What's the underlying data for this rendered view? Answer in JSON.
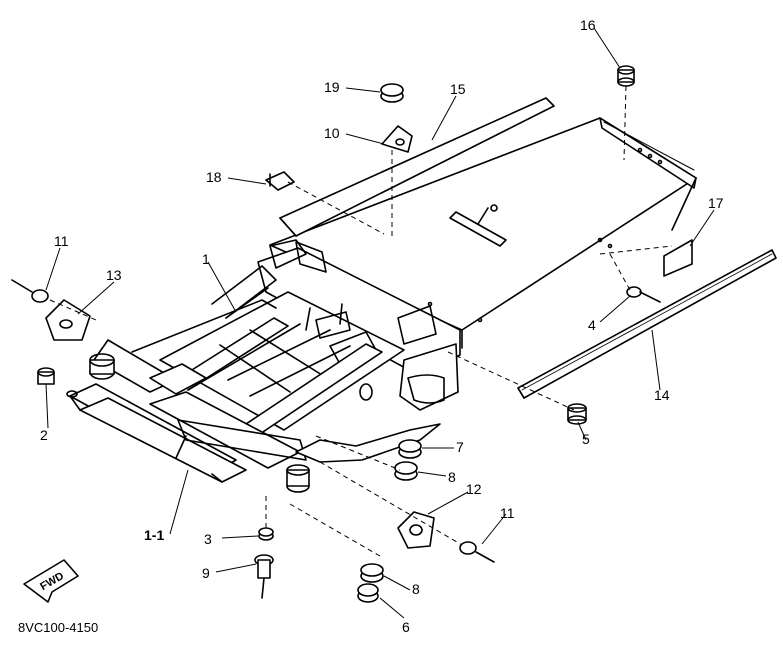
{
  "diagram": {
    "drawing_code": "8VC100-4150",
    "fwd_label": "FWD",
    "callouts": {
      "c1": "1",
      "c1_1": "1-1",
      "c2": "2",
      "c3": "3",
      "c4": "4",
      "c5": "5",
      "c6": "6",
      "c7": "7",
      "c8a": "8",
      "c8b": "8",
      "c9": "9",
      "c10": "10",
      "c11a": "11",
      "c11b": "11",
      "c12": "12",
      "c13": "13",
      "c14": "14",
      "c15": "15",
      "c16": "16",
      "c17": "17",
      "c18": "18",
      "c19": "19"
    }
  }
}
